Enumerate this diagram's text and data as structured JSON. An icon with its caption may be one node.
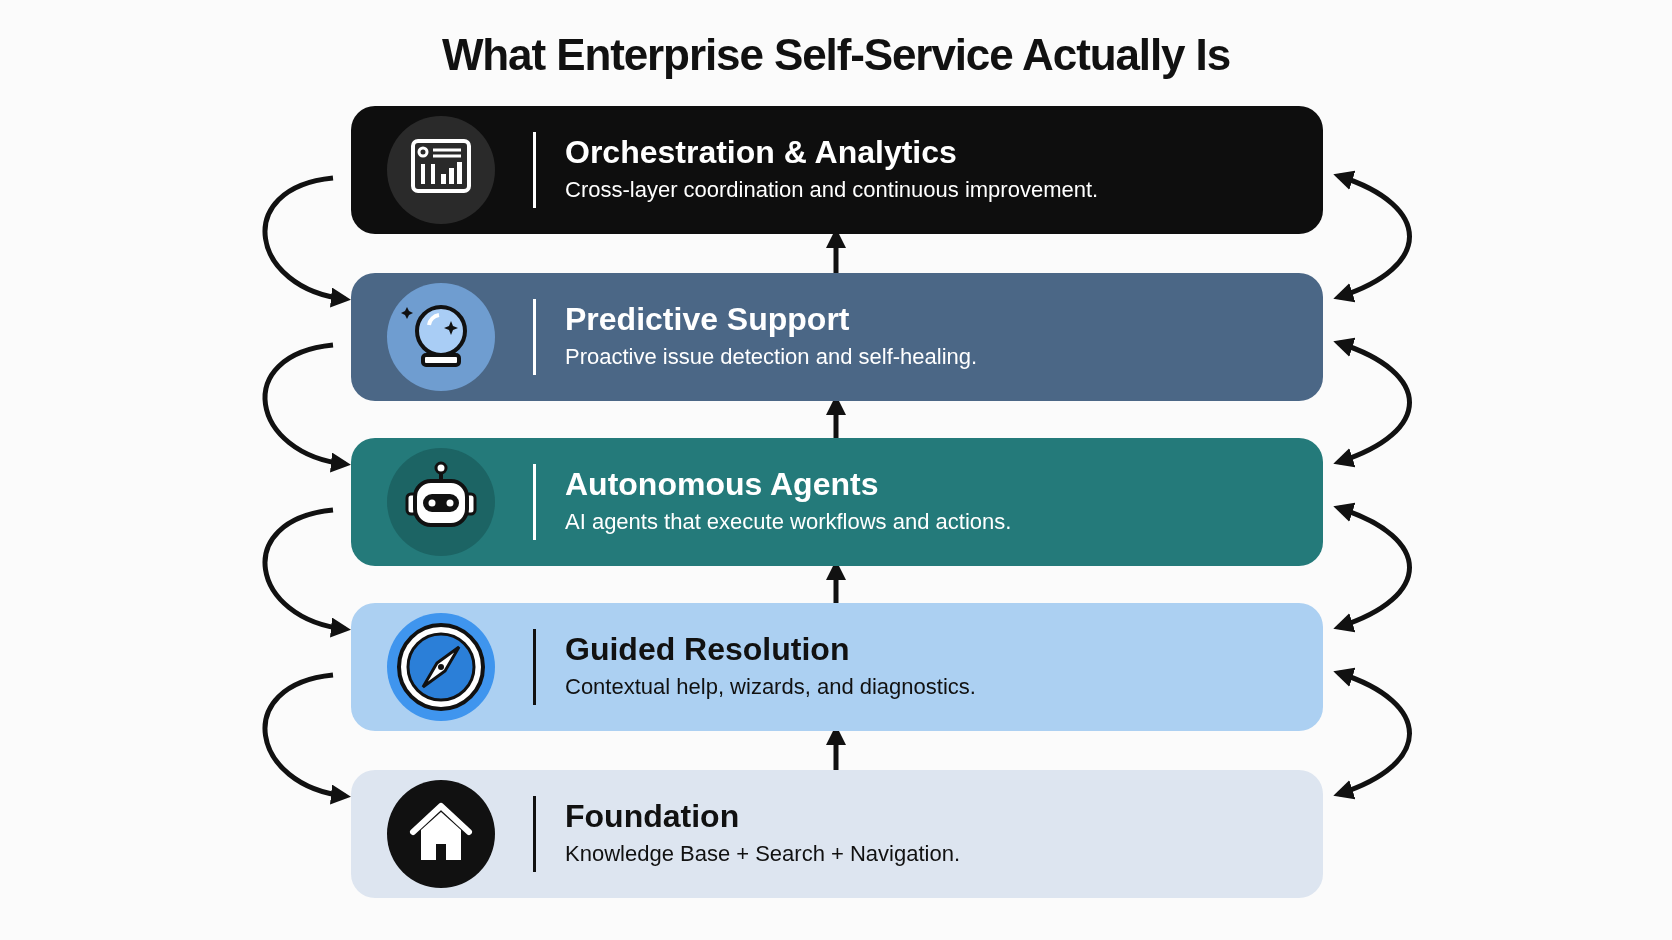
{
  "diagram": {
    "title": "What Enterprise Self-Service Actually Is",
    "nodes": [
      {
        "text": [
          "Orchestration & Analytics",
          "Cross-layer coordination and continuous improvement."
        ]
      },
      {
        "text": [
          "Predictive Support",
          "Proactive issue detection and self-healing."
        ]
      },
      {
        "text": [
          "Autonomous Agents",
          "AI agents that execute workflows and actions."
        ]
      },
      {
        "text": [
          "Guided Resolution",
          "Contextual help, wizards, and diagnostics."
        ]
      },
      {
        "text": [
          "Foundation",
          "Knowledge Base + Search + Navigation."
        ]
      }
    ],
    "edges": [
      {
        "from": 1,
        "to": 0,
        "arrow": "to"
      },
      {
        "from": 2,
        "to": 1,
        "arrow": "to"
      },
      {
        "from": 3,
        "to": 2,
        "arrow": "to"
      },
      {
        "from": 4,
        "to": 3,
        "arrow": "to"
      },
      {
        "from": 0,
        "to": 1,
        "arrow": "to"
      },
      {
        "from": 1,
        "to": 2,
        "arrow": "to"
      },
      {
        "from": 2,
        "to": 3,
        "arrow": "to"
      },
      {
        "from": 3,
        "to": 4,
        "arrow": "to"
      },
      {
        "from": 0,
        "to": 1,
        "arrow": "both"
      },
      {
        "from": 1,
        "to": 2,
        "arrow": "both"
      },
      {
        "from": 2,
        "to": 3,
        "arrow": "both"
      },
      {
        "from": 3,
        "to": 4,
        "arrow": "both"
      }
    ]
  }
}
